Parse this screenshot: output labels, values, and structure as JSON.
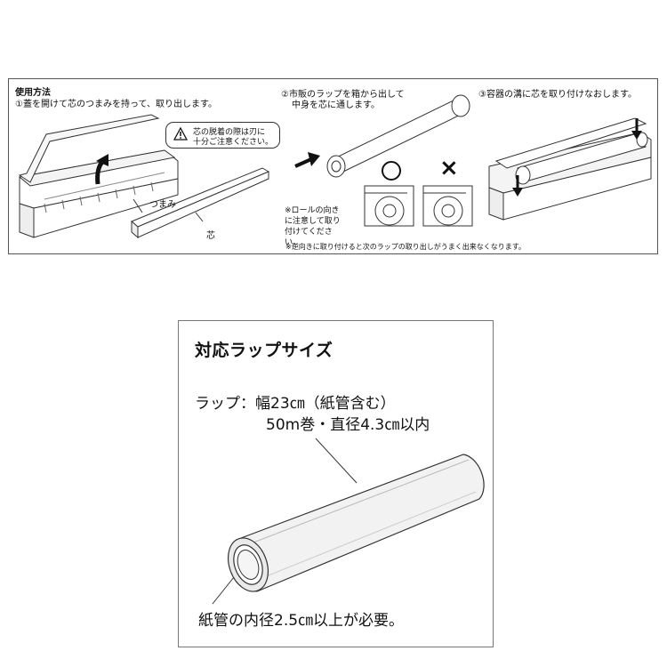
{
  "usage": {
    "title": "使用方法",
    "step1": "①蓋を開けて芯のつまみを持って、取り出します。",
    "caution_line1": "芯の脱着の際は刃に",
    "caution_line2": "十分ご注意ください。",
    "knob_label": "つまみ",
    "core_label": "芯",
    "step2_line1": "②市販のラップを箱から出して",
    "step2_line2": "中身を芯に通します。",
    "ok_mark": "○",
    "ng_mark": "×",
    "orientation_note": "※ロールの向きに注意して取り付けてください。",
    "step3": "③容器の溝に芯を取り付けなおします。",
    "bottom_note": "※逆向きに取り付けると次のラップの取り出しがうまく出来なくなります。"
  },
  "sizes": {
    "title": "対応ラップサイズ",
    "spec_line1": "ラップ：幅23㎝（紙管含む）",
    "spec_line2": "50m巻・直径4.3㎝以内",
    "inner_note": "紙管の内径2.5㎝以上が必要。"
  },
  "icons": [
    "caution-icon",
    "up-arrow-icon",
    "right-arrow-icon",
    "down-arrow-icon"
  ]
}
